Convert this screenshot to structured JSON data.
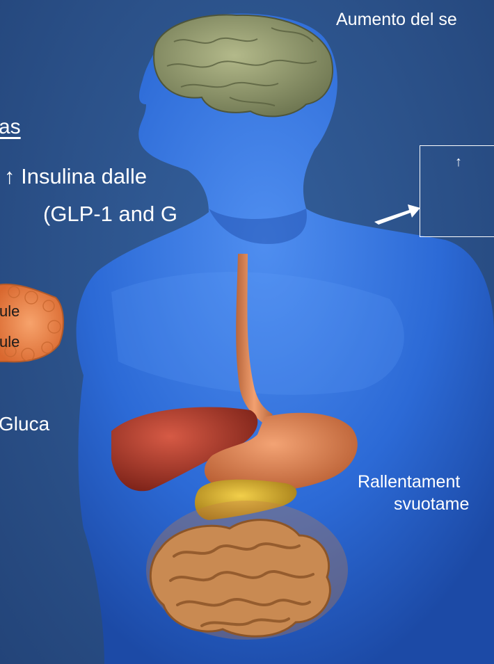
{
  "labels": {
    "top_effect": "Aumento del se",
    "pancreas_heading": "as",
    "insulin_line1": "↑ Insulina dalle",
    "insulin_line2": "(GLP-1 and G",
    "cell_line1": "ule",
    "cell_line2": "ule",
    "glucagon": "Gluca",
    "slowing_line1": "Rallentament",
    "slowing_line2": "svuotame"
  },
  "box": {
    "arrow": "↑"
  },
  "icons": {
    "box_arrow": "up-arrow-icon",
    "pointer": "white-pointer-arrow-icon"
  },
  "colors": {
    "background": "#2b5189",
    "body": "#2f6fd6",
    "brain": "#8f9a6a",
    "esophagus": "#d98a58",
    "stomach": "#d9824d",
    "liver": "#b23a2c",
    "gallbladder": "#d4a21e",
    "intestine": "#c98a52",
    "pancreas": "#f08a4a",
    "text": "#ffffff"
  }
}
